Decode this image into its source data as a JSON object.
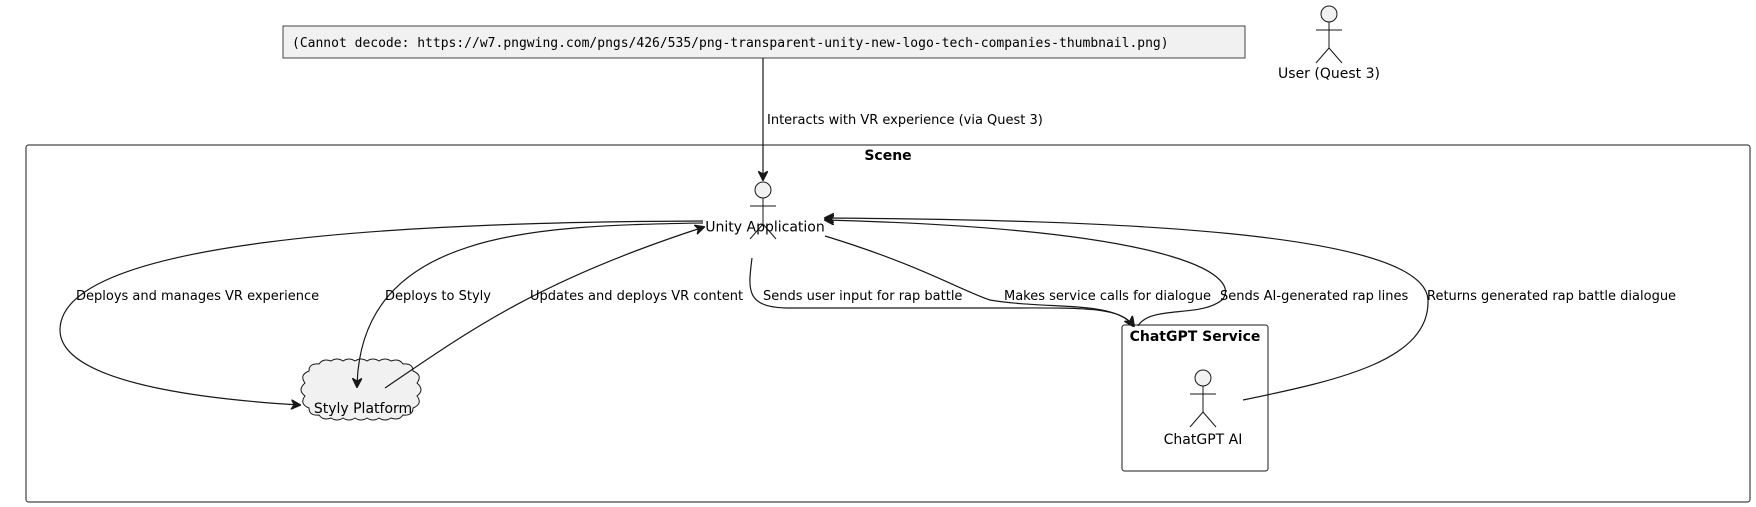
{
  "image_box": {
    "text": "(Cannot decode: https://w7.pngwing.com/pngs/426/535/png-transparent-unity-new-logo-tech-companies-thumbnail.png)"
  },
  "actors": {
    "user": "User (Quest 3)",
    "unity": "Unity Application",
    "chatgpt": "ChatGPT AI"
  },
  "containers": {
    "scene": "Scene",
    "chatgpt_service": "ChatGPT Service"
  },
  "cloud": {
    "styly": "Styly Platform"
  },
  "edges": {
    "interacts": "Interacts with VR experience (via Quest 3)",
    "deploys_manages": "Deploys and manages VR experience",
    "deploys_styly": "Deploys to Styly",
    "updates_deploys": "Updates and deploys VR content",
    "sends_input": "Sends user input for rap battle",
    "service_calls": "Makes service calls for dialogue",
    "ai_lines": "Sends AI-generated rap lines",
    "returns_dialogue": "Returns generated rap battle dialogue"
  }
}
